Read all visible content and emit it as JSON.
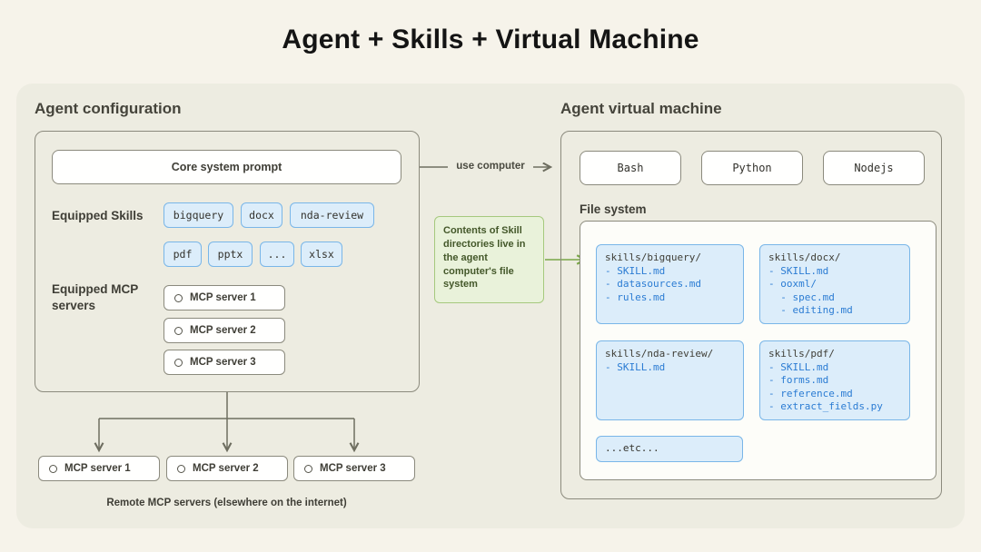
{
  "title": "Agent + Skills + Virtual Machine",
  "agent_config": {
    "heading": "Agent configuration",
    "core_prompt": "Core system prompt",
    "skills_label": "Equipped Skills",
    "skills_row1": [
      "bigquery",
      "docx",
      "nda-review"
    ],
    "skills_row2": [
      "pdf",
      "pptx",
      "...",
      "xlsx"
    ],
    "mcp_label": "Equipped MCP servers",
    "mcp_servers": [
      "MCP server 1",
      "MCP server 2",
      "MCP server 3"
    ],
    "remote_servers": [
      "MCP server 1",
      "MCP server 2",
      "MCP server 3"
    ],
    "remote_caption": "Remote MCP servers (elsewhere on the internet)"
  },
  "connector": {
    "use_computer_label": "use computer",
    "note_text": "Contents of Skill directories live in the agent computer's file system"
  },
  "vm": {
    "heading": "Agent virtual machine",
    "runtimes": [
      "Bash",
      "Python",
      "Nodejs"
    ],
    "file_system_label": "File system",
    "file_cards": [
      {
        "header": "skills/bigquery/",
        "items": [
          "- SKILL.md",
          "- datasources.md",
          "- rules.md"
        ]
      },
      {
        "header": "skills/docx/",
        "items": [
          "- SKILL.md",
          "- ooxml/",
          "  - spec.md",
          "  - editing.md"
        ]
      },
      {
        "header": "skills/nda-review/",
        "items": [
          "- SKILL.md"
        ]
      },
      {
        "header": "skills/pdf/",
        "items": [
          "- SKILL.md",
          "- forms.md",
          "- reference.md",
          "- extract_fields.py"
        ]
      },
      {
        "header": "...etc...",
        "items": []
      }
    ]
  },
  "colors": {
    "skill_chip_bg": "#dcedfa",
    "skill_chip_border": "#79b6e8",
    "file_item_text": "#2b7cd3",
    "note_green_bg": "#e9f2da",
    "note_green_border": "#a6c97e",
    "arrow_gray": "#6e6e60",
    "arrow_green": "#7aa648"
  }
}
